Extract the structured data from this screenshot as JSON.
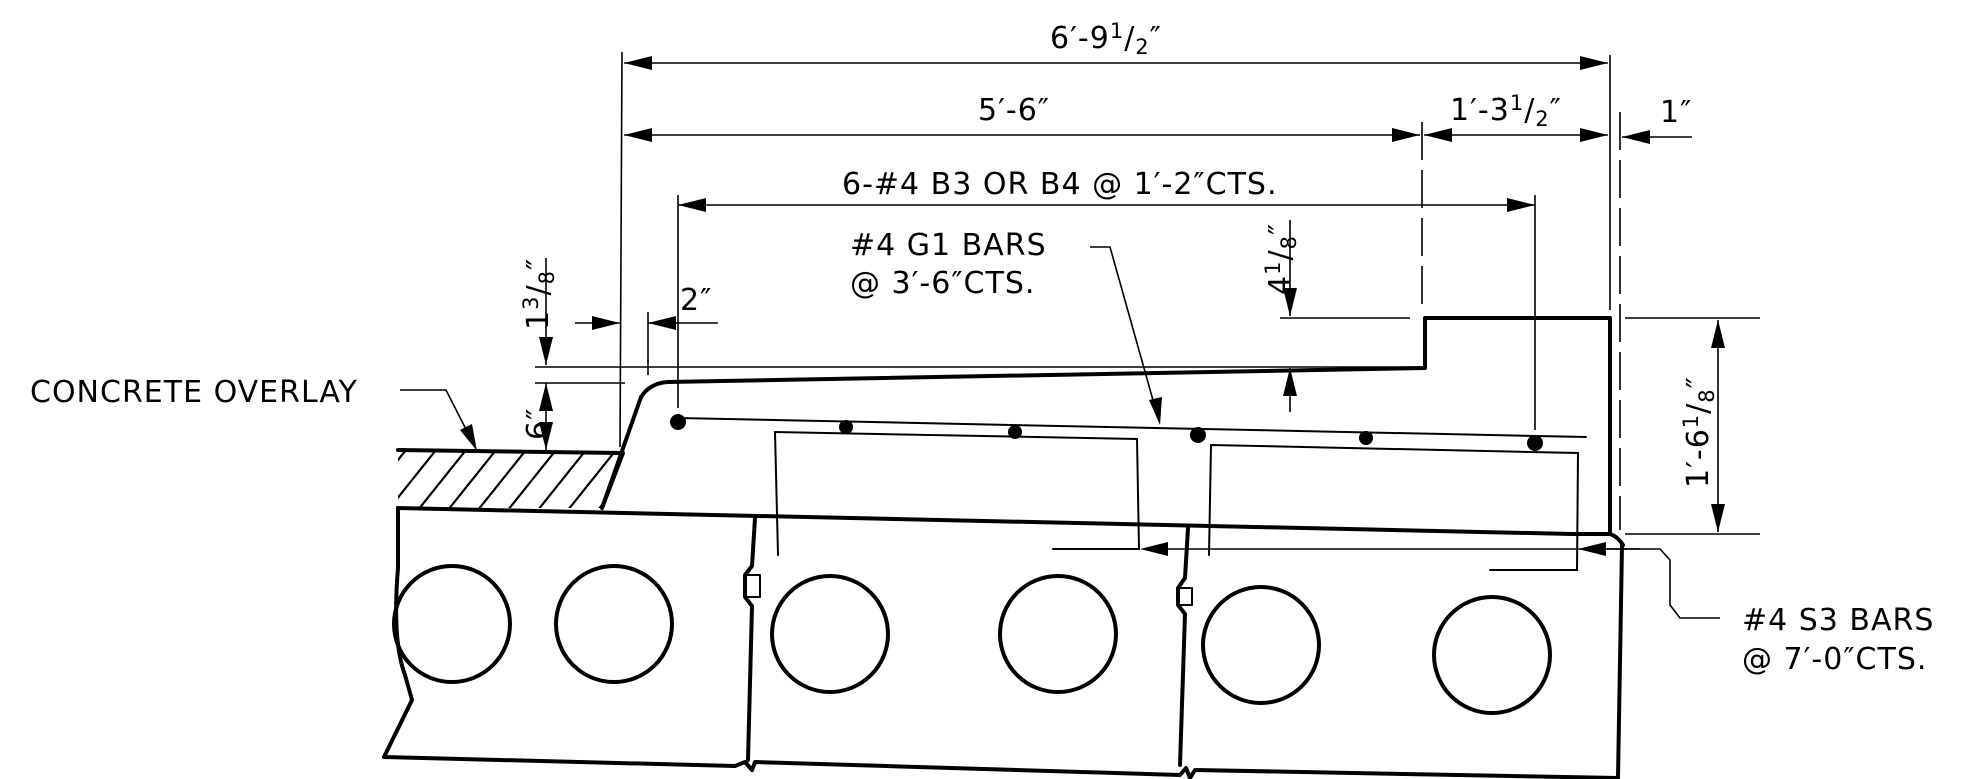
{
  "dimensions": {
    "overall": {
      "whole": "6′-9",
      "num": "1",
      "den": "2",
      "tail": "″"
    },
    "width_main": "5′-6″",
    "width_step": {
      "whole": "1′-3",
      "num": "1",
      "den": "2",
      "tail": "″"
    },
    "offset_right": "1″",
    "offset_left": "2″",
    "top_drop": {
      "whole": "1",
      "num": "3",
      "den": "8",
      "tail": "″"
    },
    "overlay_depth": "6″",
    "step_height": {
      "whole": "4",
      "num": "1",
      "den": "8",
      "tail": "″"
    },
    "curb_height": {
      "whole": "1′-6",
      "num": "1",
      "den": "8",
      "tail": "″"
    }
  },
  "notes": {
    "b_bars": "6-#4 B3 OR B4 @ 1′-2″CTS.",
    "g1_line1": "#4 G1 BARS",
    "g1_line2": "@ 3′-6″CTS.",
    "concrete_overlay": "CONCRETE OVERLAY",
    "s3_line1": "#4 S3 BARS",
    "s3_line2": "@ 7′-0″CTS."
  }
}
